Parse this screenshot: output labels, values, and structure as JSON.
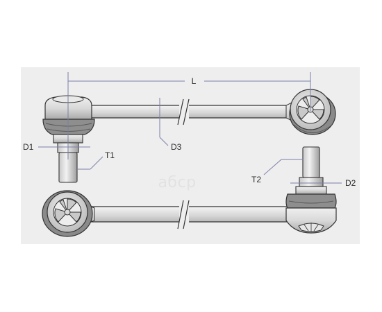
{
  "diagram": {
    "labels": {
      "L": "L",
      "D1": "D1",
      "D2": "D2",
      "D3": "D3",
      "T1": "T1",
      "T2": "T2"
    },
    "watermark": "aбсp"
  },
  "colors": {
    "panel_bg": "#eeeeee",
    "part_fill": "#dedede",
    "part_shade": "#bdbdbd",
    "part_dark": "#8f8f8f",
    "outline": "#333333",
    "dimension_line": "#7a7fa8"
  }
}
